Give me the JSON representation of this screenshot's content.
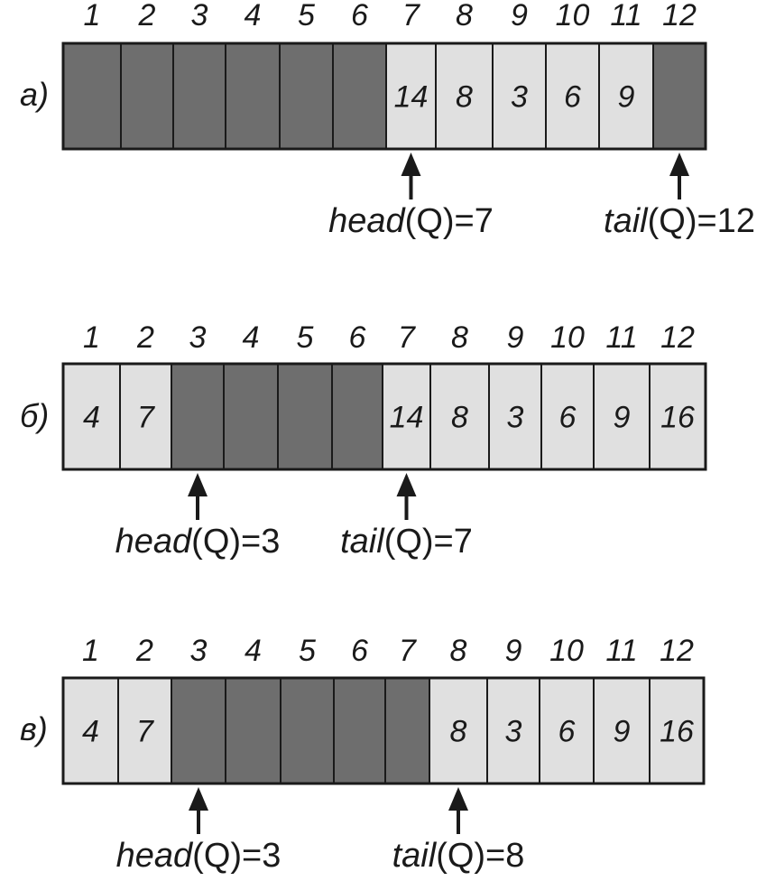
{
  "colors": {
    "filled": "#e0e0e0",
    "empty": "#6e6e6e",
    "stroke": "#1a1a1a"
  },
  "panels": [
    {
      "label": "а)",
      "indices": [
        "1",
        "2",
        "3",
        "4",
        "5",
        "6",
        "7",
        "8",
        "9",
        "10",
        "11",
        "12"
      ],
      "cells": [
        "",
        "",
        "",
        "",
        "",
        "",
        "14",
        "8",
        "3",
        "6",
        "9",
        ""
      ],
      "occupied": [
        false,
        false,
        false,
        false,
        false,
        false,
        true,
        true,
        true,
        true,
        true,
        false
      ],
      "pointers": [
        {
          "name": "head",
          "arg": "(Q)=7",
          "index": 7
        },
        {
          "name": "tail",
          "arg": "(Q)=12",
          "index": 12
        }
      ]
    },
    {
      "label": "б)",
      "indices": [
        "1",
        "2",
        "3",
        "4",
        "5",
        "6",
        "7",
        "8",
        "9",
        "10",
        "11",
        "12"
      ],
      "cells": [
        "4",
        "7",
        "",
        "",
        "",
        "",
        "14",
        "8",
        "3",
        "6",
        "9",
        "16"
      ],
      "occupied": [
        true,
        true,
        false,
        false,
        false,
        false,
        true,
        true,
        true,
        true,
        true,
        true
      ],
      "pointers": [
        {
          "name": "head",
          "arg": "(Q)=3",
          "index": 3
        },
        {
          "name": "tail",
          "arg": "(Q)=7",
          "index": 7
        }
      ]
    },
    {
      "label": "в)",
      "indices": [
        "1",
        "2",
        "3",
        "4",
        "5",
        "6",
        "7",
        "8",
        "9",
        "10",
        "11",
        "12"
      ],
      "cells": [
        "4",
        "7",
        "",
        "",
        "",
        "",
        "",
        "8",
        "3",
        "6",
        "9",
        "16"
      ],
      "occupied": [
        true,
        true,
        false,
        false,
        false,
        false,
        false,
        true,
        true,
        true,
        true,
        true
      ],
      "pointers": [
        {
          "name": "head",
          "arg": "(Q)=3",
          "index": 3
        },
        {
          "name": "tail",
          "arg": "(Q)=8",
          "index": 8
        }
      ]
    }
  ]
}
